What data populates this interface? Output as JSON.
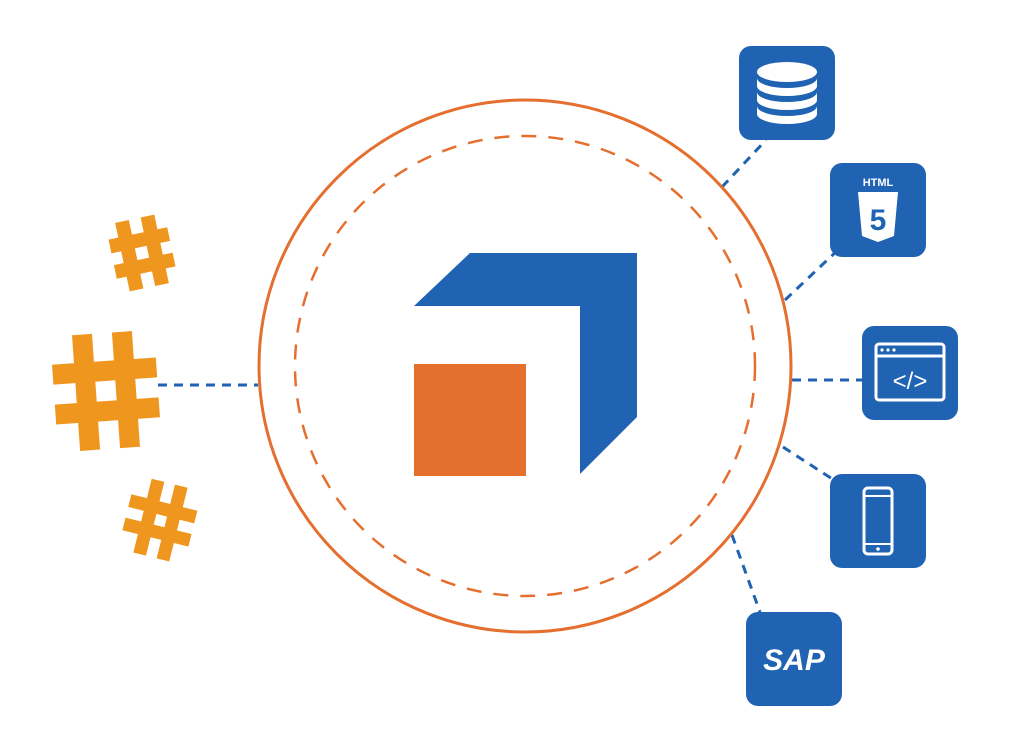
{
  "colors": {
    "accent_orange": "#E46F2F",
    "accent_blue": "#1F63B2",
    "hash_orange": "#EF961E",
    "connector_blue": "#1F63B2",
    "background": "#FFFFFF"
  },
  "hub": {
    "logo_icon": "orange-square-blue-arrow-logo"
  },
  "left_group": {
    "icons": [
      "hash-icon",
      "hash-icon",
      "hash-icon"
    ]
  },
  "right_group": {
    "icons": [
      {
        "name": "database-icon"
      },
      {
        "name": "html5-icon",
        "label": "HTML",
        "badge": "5"
      },
      {
        "name": "code-window-icon",
        "label": "</>"
      },
      {
        "name": "mobile-phone-icon"
      },
      {
        "name": "sap-logo-icon",
        "label": "SAP"
      }
    ]
  }
}
